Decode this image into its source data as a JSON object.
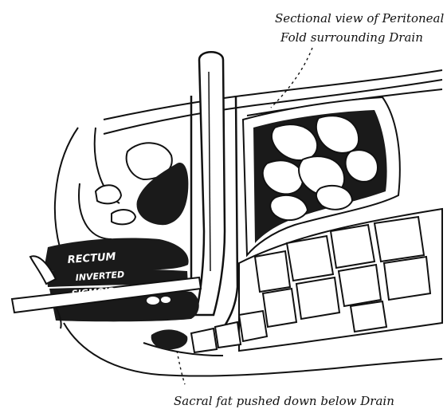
{
  "figure": {
    "labels": {
      "peritoneal_line1": "Sectional view of Peritoneal",
      "peritoneal_line2": "Fold surrounding Drain",
      "rectum": "RECTUM",
      "inverted": "INVERTED",
      "sigmoid": "SIGMOID",
      "sacral_fat": "Sacral fat pushed down below Drain"
    },
    "colors": {
      "ink": "#111111",
      "paper": "#ffffff",
      "dark_fill": "#1a1a1a"
    }
  }
}
